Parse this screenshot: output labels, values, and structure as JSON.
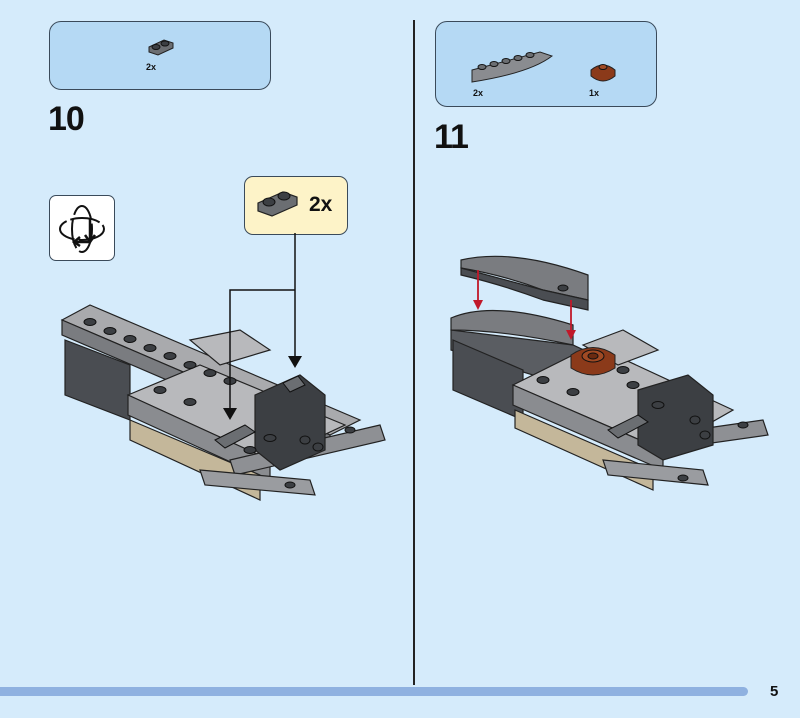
{
  "step10": {
    "number": "10",
    "parts": [
      {
        "name": "dark-gray-plate-1x2-rounded",
        "qty": "2x"
      }
    ],
    "callout": {
      "qty": "2x"
    },
    "rotate_icon": "rotate-model-icon"
  },
  "step11": {
    "number": "11",
    "parts": [
      {
        "name": "dark-gray-curved-slope",
        "qty": "2x"
      },
      {
        "name": "brown-round-plate-2x2",
        "qty": "1x"
      }
    ]
  },
  "page_number": "5",
  "colors": {
    "background": "#d5ebfb",
    "parts_box": "#b5d9f4",
    "callout": "#fdf3c8",
    "arrow_red": "#c0182a",
    "bar": "#8fb1e0"
  }
}
